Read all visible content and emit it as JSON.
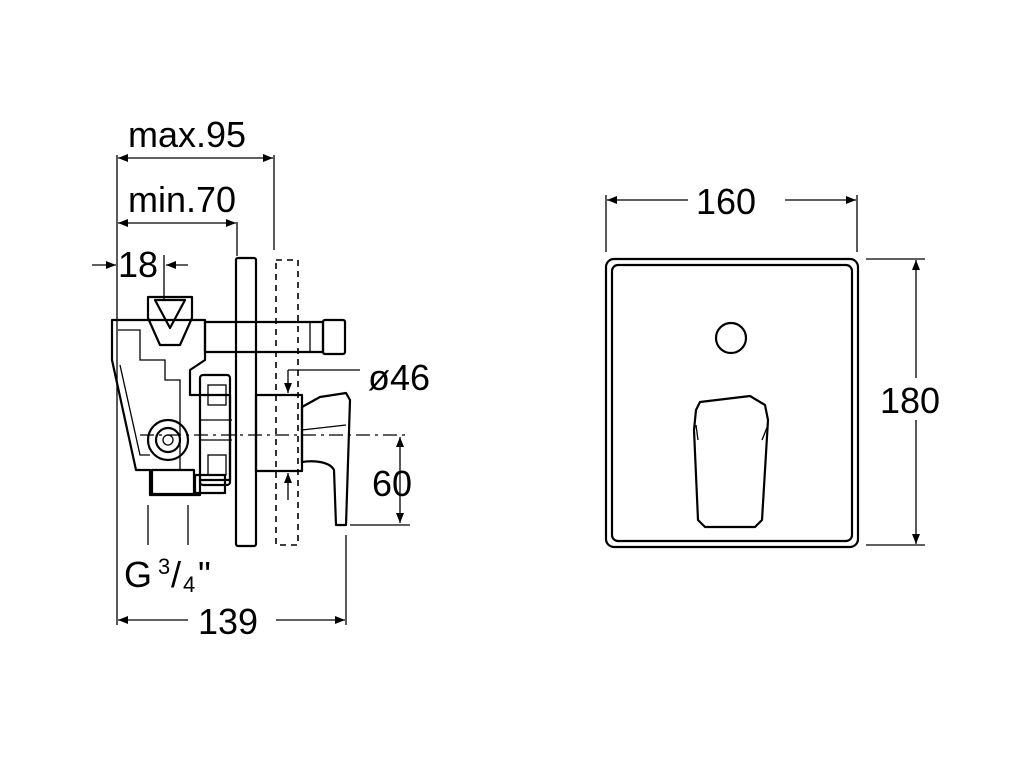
{
  "labels": {
    "max_depth": "max.95",
    "min_depth": "min.70",
    "offset": "18",
    "diameter": "ø46",
    "spacing": "60",
    "thread_g": "G",
    "thread_num": "3",
    "thread_sep": "/",
    "thread_den": "4",
    "thread_inch": "\"",
    "total_depth": "139",
    "plate_width": "160",
    "plate_height": "180"
  }
}
